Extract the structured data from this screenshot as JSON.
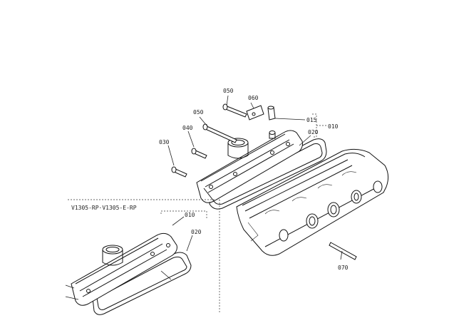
{
  "callouts": {
    "c050a": "050",
    "c060": "060",
    "c050b": "050",
    "c015": "015",
    "c010": "010",
    "c040": "040",
    "c020": "020",
    "c030": "030",
    "c070": "070"
  },
  "inset": {
    "title": "V1305-RP·V1305-E-RP",
    "c010": "010",
    "c020": "020"
  }
}
